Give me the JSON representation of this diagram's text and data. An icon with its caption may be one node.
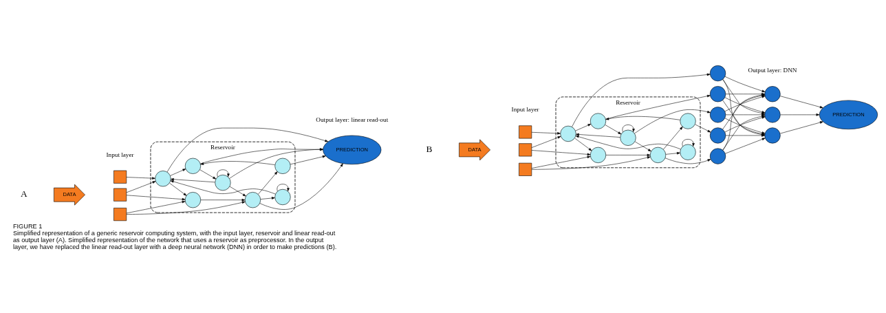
{
  "diagram": {
    "title": "FIGURE 1",
    "caption": "Simplified representation of a generic reservoir computing system, with the input layer, reservoir and linear read-out as output layer (A). Simplified representation of the network that uses a reservoir as preprocessor. In the output layer, we have replaced the linear read-out layer with a deep neural network (DNN) in order to make predictions (B).",
    "nodes": [
      {
        "text": [
          "DATA"
        ]
      },
      {
        "text": [],
        "shape": "box"
      },
      {
        "text": [],
        "shape": "box"
      },
      {
        "text": [],
        "shape": "box"
      },
      {
        "text": [
          "Reservoir"
        ]
      },
      {
        "text": [],
        "shape": "circle",
        "in": 4
      },
      {
        "text": [],
        "shape": "circle",
        "in": 4
      },
      {
        "text": [],
        "shape": "circle",
        "in": 4
      },
      {
        "text": [],
        "shape": "circle",
        "in": 4
      },
      {
        "text": [],
        "shape": "circle",
        "in": 4
      },
      {
        "text": [],
        "shape": "circle",
        "in": 4
      },
      {
        "text": [],
        "shape": "circle",
        "in": 4
      },
      {
        "text": [
          "PREDICTION"
        ]
      },
      {
        "text": [
          "DATA"
        ]
      },
      {
        "text": [],
        "shape": "box"
      },
      {
        "text": [],
        "shape": "box"
      },
      {
        "text": [],
        "shape": "box"
      },
      {
        "text": [
          "Reservoir"
        ]
      },
      {
        "text": [],
        "shape": "circle",
        "in": 17
      },
      {
        "text": [],
        "shape": "circle",
        "in": 17
      },
      {
        "text": [],
        "shape": "circle",
        "in": 17
      },
      {
        "text": [],
        "shape": "circle",
        "in": 17
      },
      {
        "text": [],
        "shape": "circle",
        "in": 17
      },
      {
        "text": [],
        "shape": "circle",
        "in": 17
      },
      {
        "text": [],
        "shape": "circle",
        "in": 17
      },
      {
        "text": [],
        "shape": "circle"
      },
      {
        "text": [],
        "shape": "circle"
      },
      {
        "text": [],
        "shape": "circle"
      },
      {
        "text": [],
        "shape": "circle"
      },
      {
        "text": [],
        "shape": "circle"
      },
      {
        "text": [],
        "shape": "circle"
      },
      {
        "text": [],
        "shape": "circle"
      },
      {
        "text": [],
        "shape": "circle"
      },
      {
        "text": [
          "PREDICTION"
        ]
      }
    ],
    "edges": [
      {
        "from": 1,
        "to": 5,
        "arrow": "to"
      },
      {
        "from": 2,
        "to": 5,
        "arrow": "to"
      },
      {
        "from": 2,
        "to": 9,
        "arrow": "to"
      },
      {
        "from": 3,
        "to": 9,
        "arrow": "to"
      },
      {
        "from": 3,
        "to": 11,
        "arrow": "to"
      },
      {
        "from": 5,
        "to": 6,
        "arrow": "to"
      },
      {
        "from": 5,
        "to": 9,
        "arrow": "to"
      },
      {
        "from": 7,
        "to": 5,
        "arrow": "to"
      },
      {
        "from": 7,
        "to": 7,
        "arrow": "to"
      },
      {
        "from": 8,
        "to": 5,
        "arrow": "to"
      },
      {
        "from": 6,
        "to": 8,
        "arrow": "to"
      },
      {
        "from": 8,
        "to": 8,
        "arrow": "to"
      },
      {
        "from": 8,
        "to": 11,
        "arrow": "to"
      },
      {
        "from": 9,
        "to": 11,
        "arrow": "to"
      },
      {
        "from": 11,
        "to": 7,
        "arrow": "to"
      },
      {
        "from": 10,
        "to": 6,
        "arrow": "to"
      },
      {
        "from": 11,
        "to": 10,
        "arrow": "to"
      },
      {
        "from": 11,
        "to": 12,
        "arrow": "to"
      },
      {
        "from": 10,
        "to": 12,
        "arrow": "to"
      },
      {
        "from": 8,
        "to": 12,
        "arrow": "to"
      },
      {
        "from": 6,
        "to": 12,
        "arrow": "to"
      },
      {
        "from": 5,
        "to": 12,
        "arrow": "to"
      },
      {
        "from": 14,
        "to": 18,
        "arrow": "to"
      },
      {
        "from": 15,
        "to": 18,
        "arrow": "to"
      },
      {
        "from": 15,
        "to": 22,
        "arrow": "to"
      },
      {
        "from": 16,
        "to": 22,
        "arrow": "to"
      },
      {
        "from": 16,
        "to": 24,
        "arrow": "to"
      },
      {
        "from": 18,
        "to": 19,
        "arrow": "to"
      },
      {
        "from": 18,
        "to": 22,
        "arrow": "to"
      },
      {
        "from": 20,
        "to": 18,
        "arrow": "to"
      },
      {
        "from": 20,
        "to": 20,
        "arrow": "to"
      },
      {
        "from": 21,
        "to": 18,
        "arrow": "to"
      },
      {
        "from": 19,
        "to": 21,
        "arrow": "to"
      },
      {
        "from": 21,
        "to": 21,
        "arrow": "to"
      },
      {
        "from": 21,
        "to": 24,
        "arrow": "to"
      },
      {
        "from": 22,
        "to": 24,
        "arrow": "to"
      },
      {
        "from": 24,
        "to": 20,
        "arrow": "to"
      },
      {
        "from": 23,
        "to": 19,
        "arrow": "to"
      },
      {
        "from": 24,
        "to": 23,
        "arrow": "to"
      },
      {
        "from": 18,
        "to": 25,
        "arrow": "to"
      },
      {
        "from": 19,
        "to": 26,
        "arrow": "to"
      },
      {
        "from": 21,
        "to": 27,
        "arrow": "to"
      },
      {
        "from": 23,
        "to": 28,
        "arrow": "to"
      },
      {
        "from": 24,
        "to": 29,
        "arrow": "to"
      },
      {
        "from": 25,
        "to": 30,
        "arrow": "to"
      },
      {
        "from": 25,
        "to": 31,
        "arrow": "to"
      },
      {
        "from": 25,
        "to": 32,
        "arrow": "to"
      },
      {
        "from": 26,
        "to": 30,
        "arrow": "to"
      },
      {
        "from": 26,
        "to": 31,
        "arrow": "to"
      },
      {
        "from": 26,
        "to": 32,
        "arrow": "to"
      },
      {
        "from": 27,
        "to": 30,
        "arrow": "to"
      },
      {
        "from": 27,
        "to": 31,
        "arrow": "to"
      },
      {
        "from": 27,
        "to": 32,
        "arrow": "to"
      },
      {
        "from": 28,
        "to": 30,
        "arrow": "to"
      },
      {
        "from": 28,
        "to": 31,
        "arrow": "to"
      },
      {
        "from": 28,
        "to": 32,
        "arrow": "to"
      },
      {
        "from": 29,
        "to": 30,
        "arrow": "to"
      },
      {
        "from": 29,
        "to": 31,
        "arrow": "to"
      },
      {
        "from": 29,
        "to": 32,
        "arrow": "to"
      },
      {
        "from": 30,
        "to": 33,
        "arrow": "to"
      },
      {
        "from": 31,
        "to": 33,
        "arrow": "to"
      },
      {
        "from": 32,
        "to": 33,
        "arrow": "to"
      }
    ],
    "labels": [
      "A",
      "Input layer",
      "Output layer: linear read-out",
      "B",
      "Input layer",
      "Output layer: DNN"
    ]
  }
}
